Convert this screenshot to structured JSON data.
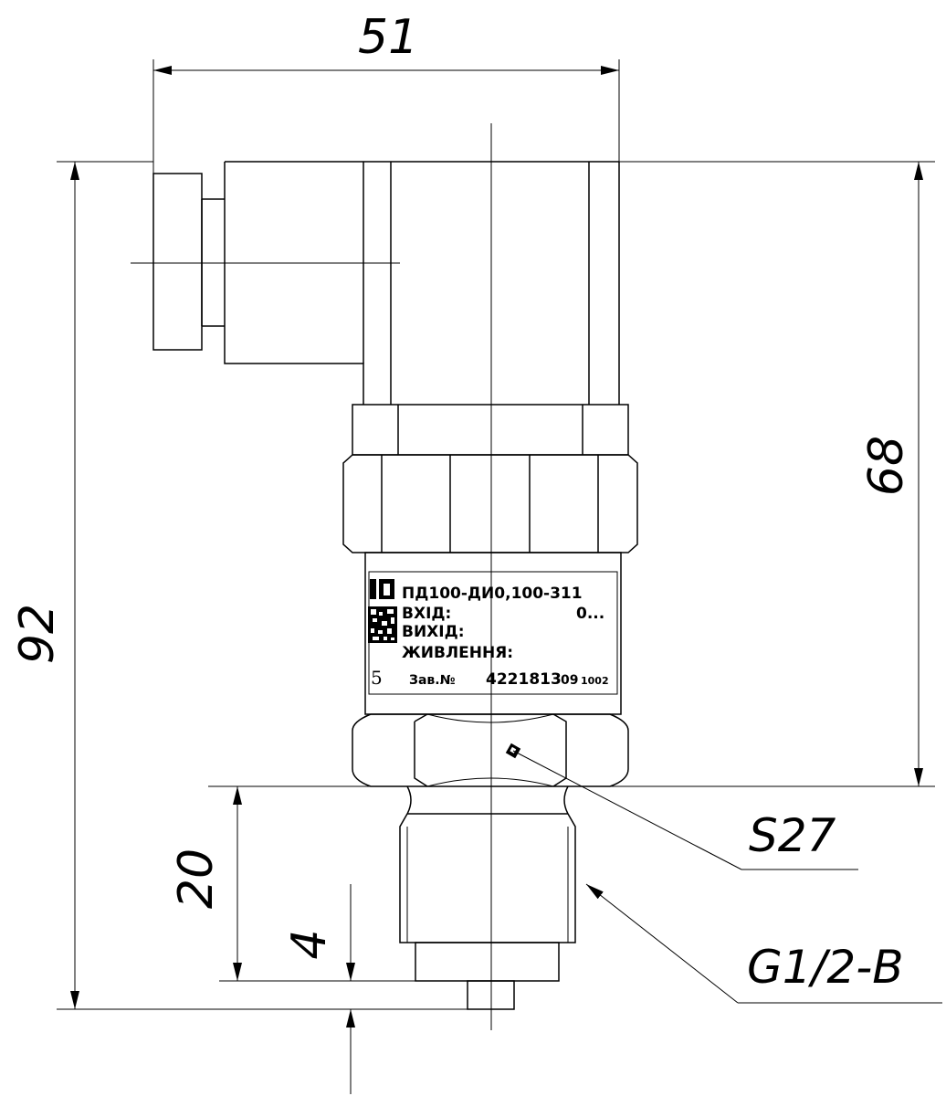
{
  "dimensions": {
    "width_total": "51",
    "height_total": "92",
    "height_body": "68",
    "thread_length": "20",
    "tip_length": "4"
  },
  "callouts": {
    "wrench_size": "S27",
    "thread": "G1/2-B"
  },
  "nameplate": {
    "model": "ПД100-ДИ0,100-311",
    "input_label": "ВХІД:",
    "input_value": "0...",
    "output_label": "ВИХІД:",
    "power_label": "ЖИВЛЕННЯ:",
    "side_number": "5",
    "serial_label": "Зав.№",
    "serial_value": "4221813",
    "serial_suffix": "09",
    "serial_suffix2": "1002"
  }
}
